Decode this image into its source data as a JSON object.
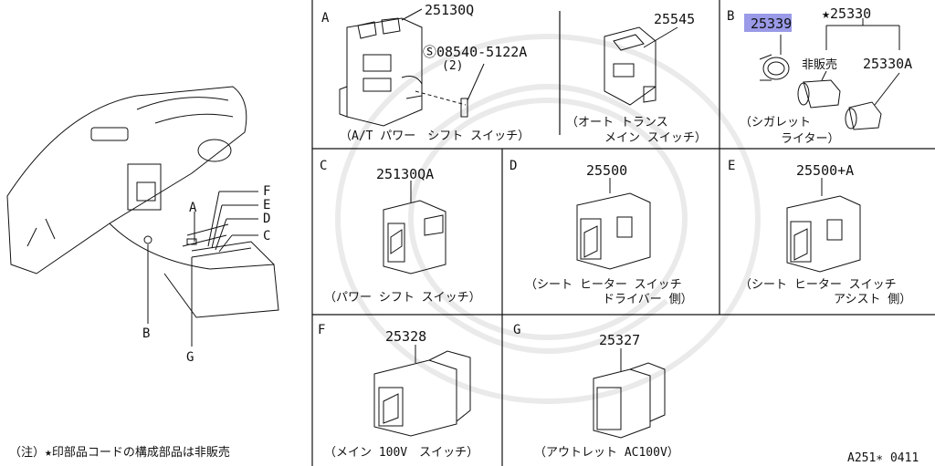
{
  "diagram": {
    "left_labels": {
      "A": "A",
      "B": "B",
      "C": "C",
      "D": "D",
      "E": "E",
      "F": "F",
      "G": "G"
    },
    "note": "（注）★印部品コードの構成部品は非販売",
    "footer_code": "A251∗ 0411",
    "panels": {
      "a1": {
        "section": "A",
        "part": "25130Q",
        "part2": "Ⓢ08540-5122A",
        "qty": "(2)",
        "caption1": "（A/T パワー　シフト スイッチ）"
      },
      "a2": {
        "part": "25545",
        "caption1": "（オート トランス",
        "caption2": "メイン スイッチ）"
      },
      "b": {
        "section": "B",
        "part_highlight": "25339",
        "part_star": "★25330",
        "not_sold": "非販売",
        "part2": "25330A",
        "caption1": "（シガレット",
        "caption2": "ライター）"
      },
      "c": {
        "section": "C",
        "part": "25130QA",
        "caption1": "（パワー シフト スイッチ）"
      },
      "d": {
        "section": "D",
        "part": "25500",
        "caption1": "（シート ヒーター スイッチ",
        "caption2": "ドライバー 側）"
      },
      "e": {
        "section": "E",
        "part": "25500+A",
        "caption1": "（シート ヒーター スイッチ",
        "caption2": "アシスト 側）"
      },
      "f": {
        "section": "F",
        "part": "25328",
        "caption1": "（メイン 100V　スイッチ）"
      },
      "g": {
        "section": "G",
        "part": "25327",
        "caption1": "（アウトレット AC100V）"
      }
    },
    "colors": {
      "highlight": "#9a9ae8",
      "line": "#111111"
    }
  }
}
